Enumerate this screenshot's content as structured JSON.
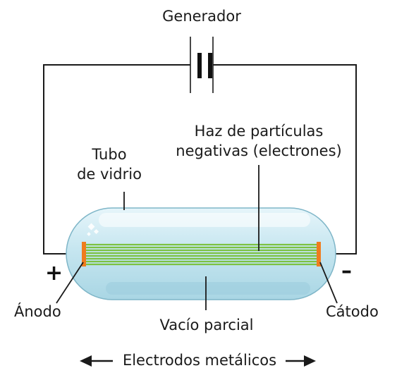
{
  "labels": {
    "generator": "Generador",
    "particle_beam_line1": "Haz de partículas",
    "particle_beam_line2": "negativas (electrones)",
    "glass_tube_line1": "Tubo",
    "glass_tube_line2": "de vidrio",
    "anode": "Ánodo",
    "cathode": "Cátodo",
    "partial_vacuum": "Vacío parcial",
    "metal_electrodes": "Electrodos metálicos"
  },
  "signs": {
    "plus": "+",
    "minus": "–"
  },
  "colors": {
    "wire": "#1a1a1a",
    "tube_glass": "#bfe3ee",
    "tube_outline": "#7fb6c8",
    "beam": "#7cc242",
    "electrode": "#f07c1e"
  }
}
